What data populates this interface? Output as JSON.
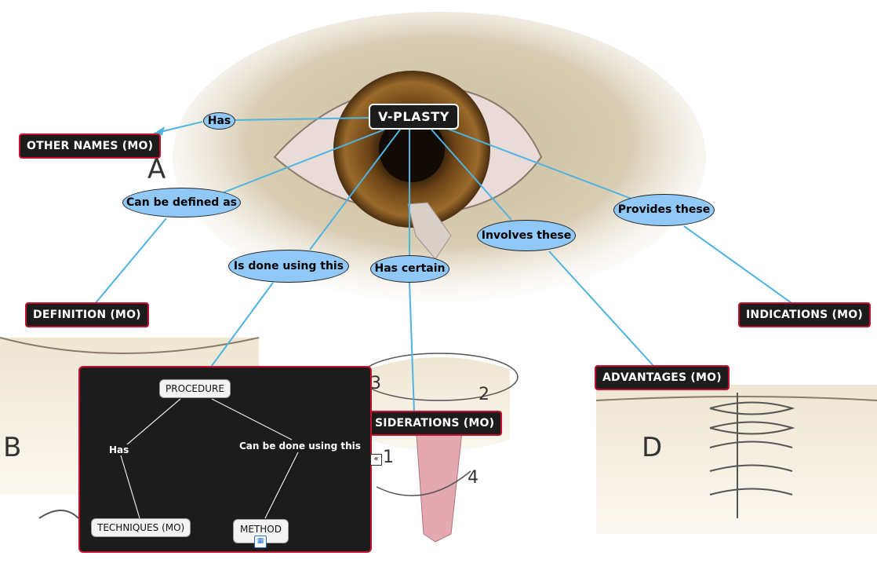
{
  "root": {
    "label": "V-PLASTY"
  },
  "links": {
    "has": "Has",
    "defined": "Can be defined as",
    "done_using": "Is done using this",
    "certain": "Has certain",
    "involves": "Involves these",
    "provides": "Provides these"
  },
  "concepts": {
    "other_names": "OTHER NAMES (MO)",
    "definition": "DEFINITION (MO)",
    "indications": "INDICATIONS (MO)",
    "advantages": "ADVANTAGES (MO)",
    "considerations": "SIDERATIONS (MO)"
  },
  "submap": {
    "procedure": "PROCEDURE",
    "has": "Has",
    "can_be_done": "Can be done using this",
    "techniques": "TECHNIQUES (MO)",
    "method": "METHOD"
  },
  "figure_labels": {
    "a": "A",
    "b": "B",
    "d": "D",
    "n1": "1",
    "n2": "2",
    "n3": "3",
    "n4": "4"
  },
  "icons": {
    "collapse": "collapse-icon",
    "map": "submap-icon"
  },
  "colors": {
    "concept_bg": "#1c1c1c",
    "concept_border": "#c8102e",
    "link_bg": "#90c8f8",
    "line": "#4fb3e0"
  }
}
